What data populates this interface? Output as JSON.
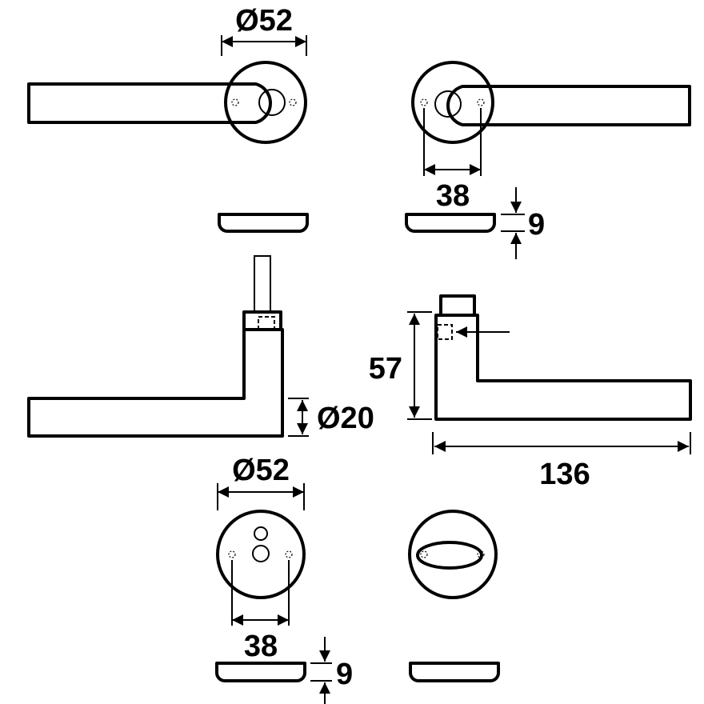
{
  "dimensions": {
    "top_rose_diameter": "Ø52",
    "top_screw_spacing": "38",
    "top_rose_thickness": "9",
    "lever_diameter": "Ø20",
    "lever_height": "57",
    "lever_length": "136",
    "bottom_rose_diameter": "Ø52",
    "bottom_screw_spacing": "38",
    "bottom_rose_thickness": "9"
  }
}
